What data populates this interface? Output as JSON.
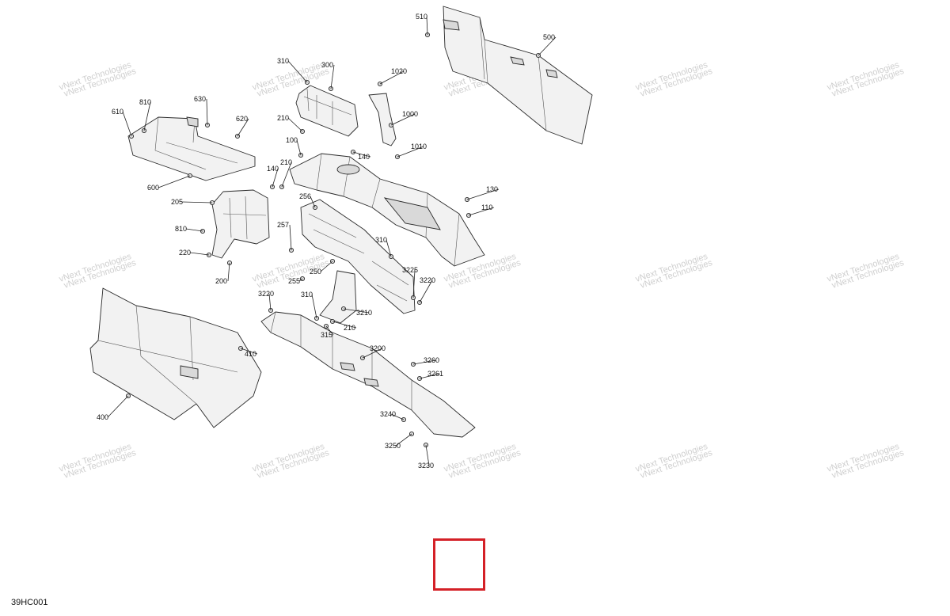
{
  "diagram": {
    "code": "39HC001",
    "watermark": "vNext Technologies",
    "highlight_color": "#d42027",
    "callouts": [
      "510",
      "500",
      "310",
      "300",
      "1020",
      "630",
      "810",
      "610",
      "620",
      "210",
      "1000",
      "100",
      "140",
      "1010",
      "600",
      "140",
      "210",
      "256",
      "130",
      "205",
      "110",
      "810",
      "257",
      "310",
      "220",
      "200",
      "250",
      "3225",
      "3220",
      "255",
      "3220",
      "310",
      "3210",
      "210",
      "410",
      "315",
      "3200",
      "3260",
      "3261",
      "400",
      "3240",
      "3250",
      "3230"
    ]
  }
}
